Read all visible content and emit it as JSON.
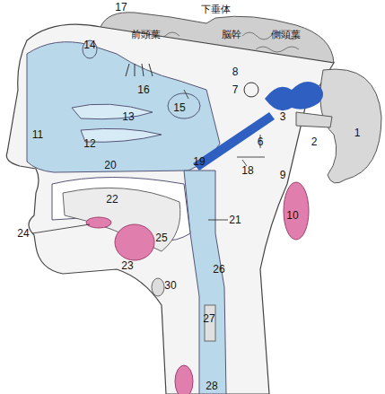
{
  "diagram": {
    "labels": [
      "17",
      "下垂体",
      "前頭葉",
      "脳幹",
      "側頭葉",
      "14",
      "8",
      "7",
      "16",
      "1",
      "15",
      "13",
      "3",
      "2",
      "11",
      "12",
      "6",
      "18",
      "20",
      "19",
      "9",
      "10",
      "22",
      "21",
      "24",
      "25",
      "23",
      "26",
      "30",
      "27",
      "28"
    ]
  }
}
